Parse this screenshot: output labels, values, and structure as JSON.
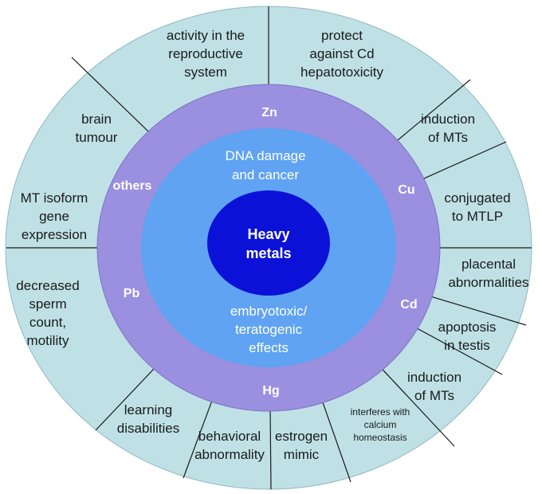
{
  "colors": {
    "outer_ring": "#bfe1e6",
    "metal_ring": "#9b8fe0",
    "effect_disc": "#5fa3f2",
    "center": "#0b11d6",
    "lines": "#1a1a1a"
  },
  "center": {
    "line1": "Heavy",
    "line2": "metals"
  },
  "effects": {
    "top": {
      "line1": "DNA damage",
      "line2": "and cancer"
    },
    "bottom": {
      "line1": "embryotoxic/",
      "line2": "teratogenic",
      "line3": "effects"
    }
  },
  "metals": {
    "zn": "Zn",
    "cu": "Cu",
    "cd": "Cd",
    "hg": "Hg",
    "pb": "Pb",
    "others": "others"
  },
  "outer": {
    "reproductive": {
      "line1": "activity in the",
      "line2": "reproductive",
      "line3": "system"
    },
    "protect_cd": {
      "line1": "protect",
      "line2": "against Cd",
      "line3": "hepatotoxicity"
    },
    "induction_cu": {
      "line1": "induction",
      "line2": "of MTs"
    },
    "conjugated": {
      "line1": "conjugated",
      "line2": "to MTLP"
    },
    "placental": {
      "line1": "placental",
      "line2": "abnormalities"
    },
    "apoptosis": {
      "line1": "apoptosis",
      "line2": "in testis"
    },
    "induction_cd": {
      "line1": "induction",
      "line2": "of MTs"
    },
    "calcium": {
      "line1": "interferes with",
      "line2": "calcium",
      "line3": "homeostasis"
    },
    "estrogen": {
      "line1": "estrogen",
      "line2": "mimic"
    },
    "behavioral": {
      "line1": "behavioral",
      "line2": "abnormality"
    },
    "learning": {
      "line1": "learning",
      "line2": "disabilities"
    },
    "sperm": {
      "line1": "decreased",
      "line2": "sperm",
      "line3": "count,",
      "line4": "motility"
    },
    "mt_isoform": {
      "line1": "MT isoform",
      "line2": "gene",
      "line3": "expression"
    },
    "brain": {
      "line1": "brain",
      "line2": "tumour"
    }
  }
}
